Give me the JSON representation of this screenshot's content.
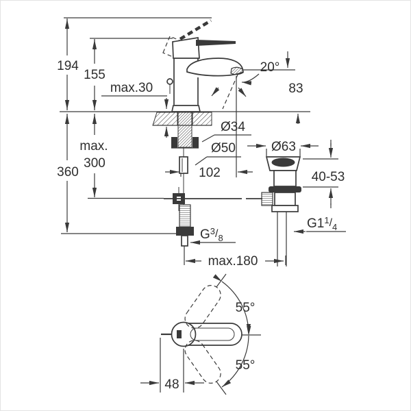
{
  "drawing": {
    "front_view": {
      "d194": "194",
      "d155": "155",
      "max30": "max.30",
      "max300_line1": "max.",
      "max300_line2": "300",
      "d360": "360",
      "d102": "102",
      "d20deg": "20°",
      "d83": "83",
      "dia34": "Ø34",
      "dia50": "Ø50",
      "dia63": "Ø63",
      "d4053": "40-53",
      "max180": "max.180",
      "g38": {
        "base": "G",
        "sup": "3",
        "slash": "/",
        "sub": "8"
      },
      "g114": {
        "base": "G1",
        "sup": "1",
        "slash": "/",
        "sub": "4"
      }
    },
    "bottom_view": {
      "a55_top": "55°",
      "a55_bottom": "55°",
      "d48": "48"
    },
    "line_color": "#3a3a3a",
    "background": "#ffffff"
  }
}
